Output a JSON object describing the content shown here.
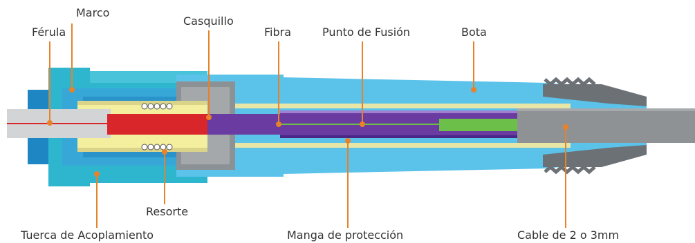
{
  "labels": {
    "ferrule": "Férula",
    "frame": "Marco",
    "bushing": "Casquillo",
    "fiber": "Fibra",
    "fusion_point": "Punto de Fusión",
    "boot": "Bota",
    "coupling_nut": "Tuerca de Acoplamiento",
    "spring": "Resorte",
    "protection_sleeve": "Manga de protección",
    "cable": "Cable de 2 o 3mm"
  },
  "colors": {
    "leader": "#e8822a",
    "nut_blue": "#2fb6cf",
    "body_blue": "#37a7d8",
    "boot_blue": "#5bc2ea",
    "dark_blue": "#1f86c4",
    "gray_metal": "#8c9195",
    "light_gray": "#d3d4d6",
    "dark_gray": "#6c7176",
    "yellow": "#f3ef9e",
    "red": "#d9262b",
    "purple": "#6a3ba0",
    "green": "#6cc04a",
    "cable_gray": "#8e9295",
    "text": "#333333"
  }
}
